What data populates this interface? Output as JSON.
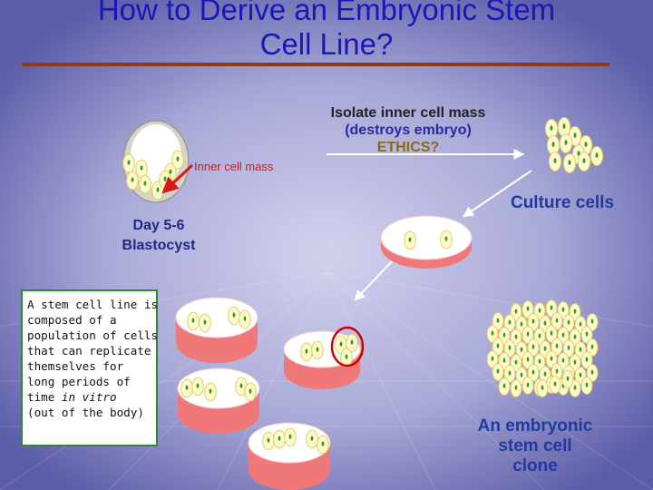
{
  "title": [
    "How to Derive an Embryonic Stem",
    "Cell Line?"
  ],
  "isolate": {
    "line1": "Isolate inner cell mass",
    "line2": "(destroys embryo)",
    "line3": "ETHICS?"
  },
  "inner_cell_mass_label": "Inner cell mass",
  "blastocyst_label": [
    "Day 5-6",
    "Blastocyst"
  ],
  "culture_label": "Culture cells",
  "clone_label": [
    "An embryonic",
    "stem cell",
    "clone"
  ],
  "info_box": {
    "lines": [
      "A stem cell line is",
      "composed of a",
      "population of cells",
      "that can replicate",
      "themselves for",
      "long periods of"
    ],
    "line7_prefix": "time ",
    "line7_italic": "in vitro",
    "line8": "(out of the body)"
  },
  "colors": {
    "title": "#1818b8",
    "background_dark": "#5c5ca8",
    "background_light": "#c8c8e8",
    "title_rule": "#8a3c1a",
    "dish_top": "#ffffff",
    "dish_side": "#f07878",
    "cell_fill": "#fff8c8",
    "cell_edge": "#dccf6a",
    "nucleus": "#2e9e2e",
    "arrow_red": "#d21a1a",
    "circle_red": "#cc0000",
    "info_box_border": "#2e8b2e"
  }
}
